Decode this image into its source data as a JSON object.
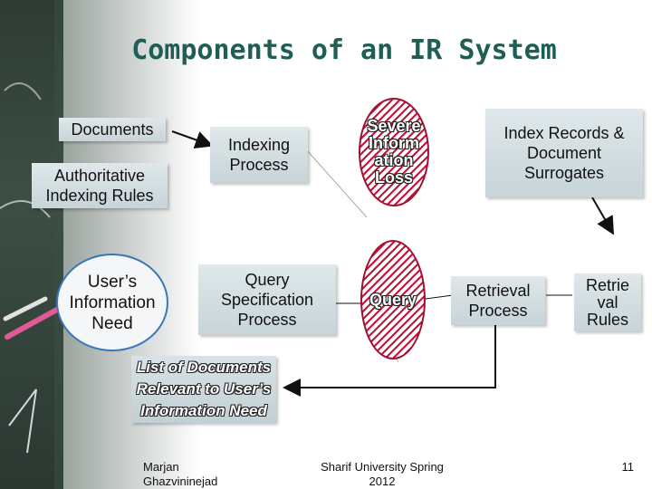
{
  "title": "Components of an IR System",
  "nodes": {
    "documents": "Documents",
    "indexing_rules": "Authoritative Indexing Rules",
    "user_need": "User’s Information Need",
    "indexing_process": "Indexing Process",
    "query_spec": "Query Specification Process",
    "info_loss": "Severe Inform ation Loss",
    "query": "Query",
    "index_records": "Index Records & Document Surrogates",
    "retrieval_process": "Retrieval Process",
    "retrieval_rules": "Retrie val Rules",
    "result_list": "List of Documents Relevant to User’s Information Need"
  },
  "footer": {
    "author": "Marjan Ghazvininejad",
    "course": "Sharif University Spring 2012",
    "page": "11"
  },
  "colors": {
    "title": "#1f5e55",
    "hatch": "#c4163d",
    "circle_border": "#3a77b8"
  }
}
